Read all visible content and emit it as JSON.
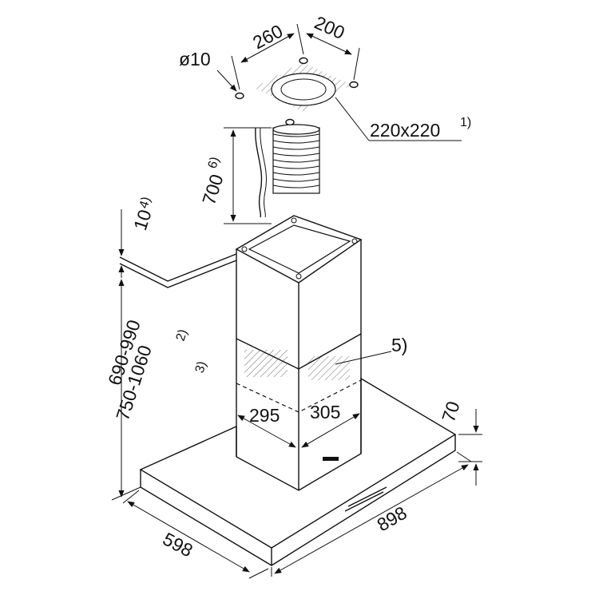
{
  "dimensions": {
    "duct_spacing_a": "260",
    "duct_spacing_b": "200",
    "screw_hole": "ø10",
    "air_outlet": "220x220",
    "air_outlet_note": "1)",
    "duct_length": "700",
    "duct_length_note": "6)",
    "ceiling_clearance": "10",
    "ceiling_clearance_note": "4)",
    "height_range_a": "690-990",
    "height_range_a_note": "2)",
    "height_range_b": "750-1060",
    "height_range_b_note": "3)",
    "chimney_left": "295",
    "chimney_right": "305",
    "vent_note": "5)",
    "canopy_height": "70",
    "width": "898",
    "depth": "598"
  }
}
